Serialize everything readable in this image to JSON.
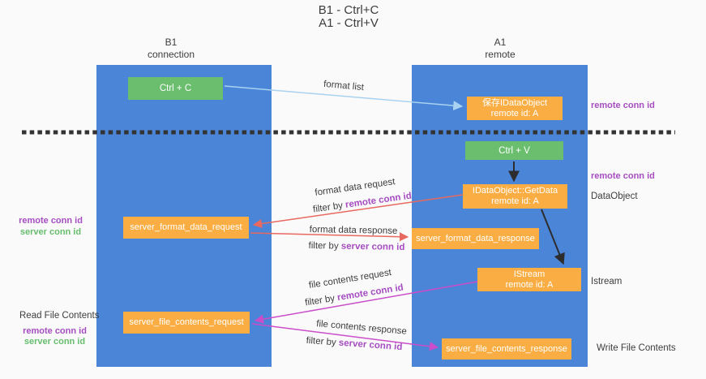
{
  "title": {
    "line1": "B1 - Ctrl+C",
    "line2": "A1 - Ctrl+V"
  },
  "lanes": {
    "b1": {
      "title": "B1",
      "subtitle": "connection"
    },
    "a1": {
      "title": "A1",
      "subtitle": "remote"
    }
  },
  "nodes": {
    "ctrl_c": {
      "label": "Ctrl + C"
    },
    "ctrl_v": {
      "label": "Ctrl + V"
    },
    "save_dataobject": {
      "line1": "保存IDataObject",
      "line2": "remote id: A"
    },
    "getdata": {
      "line1": "IDataObject::GetData",
      "line2": "remote id: A"
    },
    "istream": {
      "line1": "IStream",
      "line2": "remote id: A"
    },
    "server_format_data_request": {
      "label": "server_format_data_request"
    },
    "server_format_data_response": {
      "label": "server_format_data_response"
    },
    "server_file_contents_request": {
      "label": "server_file_contents_request"
    },
    "server_file_contents_response": {
      "label": "server_file_contents_response"
    }
  },
  "flows": {
    "format_list": {
      "label": "format list"
    },
    "format_data_request": {
      "label": "format data request",
      "filter_prefix": "filter by ",
      "filter_id": "remote conn id"
    },
    "format_data_response": {
      "label": "format data response",
      "filter_prefix": "filter by ",
      "filter_id": "server conn id"
    },
    "file_contents_request": {
      "label": "file contents request",
      "filter_prefix": "filter by ",
      "filter_id": "remote conn id"
    },
    "file_contents_response": {
      "label": "file contents response",
      "filter_prefix": "filter by ",
      "filter_id": "server conn id"
    }
  },
  "annotations": {
    "right_top_conn_id": "remote conn id",
    "right_mid_conn_id": "remote conn id",
    "dataobject": "DataObject",
    "istream": "Istream",
    "write_file_contents": "Write File Contents",
    "left_format_remote": "remote conn id",
    "left_format_server": "server conn id",
    "read_file_contents": "Read File Contents",
    "left_file_remote": "remote conn id",
    "left_file_server": "server conn id"
  },
  "colors": {
    "lane_blue": "#4a85d8",
    "node_orange": "#f9ad42",
    "key_green": "#6abe6e",
    "arrow_light_blue": "#a9d2f1",
    "arrow_red": "#e8695f",
    "arrow_magenta": "#ca4ec9",
    "arrow_black": "#2d2d2d",
    "divider_black": "#333333",
    "text_dark": "#3d3d3d",
    "conn_id_purple": "#a64dc1",
    "conn_id_green": "#67bd6e",
    "background": "#fafafa"
  }
}
